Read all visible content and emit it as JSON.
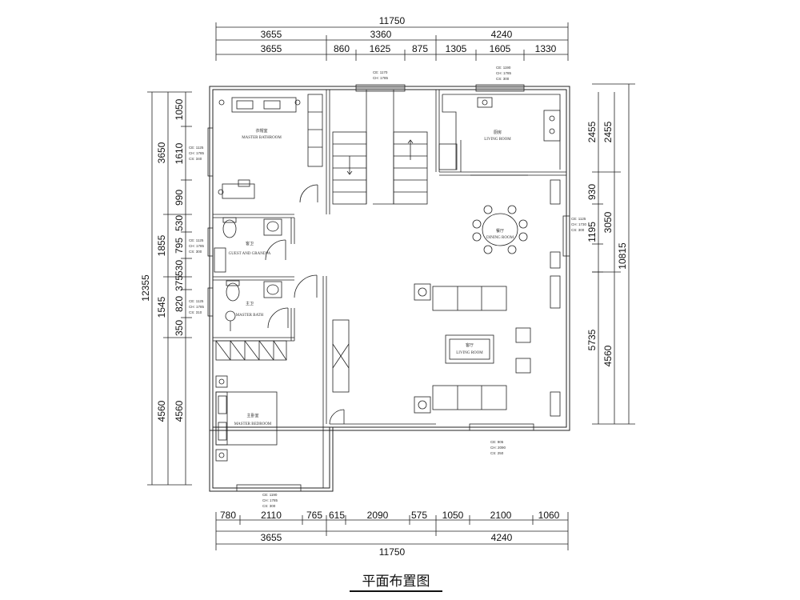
{
  "title": "平面布置图",
  "dimensions": {
    "top_total": "11750",
    "top_row1": [
      "3655",
      "3360",
      "4240"
    ],
    "top_row2": [
      "3655",
      "860",
      "1625",
      "875",
      "1305",
      "1605",
      "1330"
    ],
    "bottom_row1": [
      "780",
      "2110",
      "765",
      "615",
      "2090",
      "575",
      "1050",
      "2100",
      "1060"
    ],
    "bottom_row2": [
      "3655",
      "4240"
    ],
    "bottom_total": "11750",
    "left_total": "12355",
    "left_row1": [
      "3650",
      "1855",
      "1545",
      "4560"
    ],
    "left_row2": [
      "1050",
      "1610",
      "990",
      "530",
      "795",
      "530",
      "375",
      "820",
      "350",
      "4560"
    ],
    "right_total": "10815",
    "right_row1": [
      "2455",
      "3050",
      "5735"
    ],
    "right_row2": [
      "2455",
      "930",
      "1195",
      "4560"
    ]
  },
  "rooms": {
    "master_bathroom": {
      "cn": "衣帽室",
      "en": "MASTER BATHROOM"
    },
    "kitchen": {
      "cn": "厨房",
      "en": "LIVING ROOM"
    },
    "dining": {
      "cn": "餐厅",
      "en": "DINING ROOM"
    },
    "guest_bath": {
      "cn": "客卫",
      "en": "GUEST AND GRANDPA"
    },
    "master_bath": {
      "cn": "主卫",
      "en": "MASTER BATH"
    },
    "living": {
      "cn": "客厅",
      "en": "LIVING ROOM"
    },
    "master_bedroom": {
      "cn": "主卧室",
      "en": "MASTER BEDROOM"
    }
  },
  "notes": {
    "top_window": [
      "CE: 1170",
      "CH: 1785"
    ],
    "kitchen_window": [
      "CE: 1190",
      "CH: 1785",
      "CS: 300"
    ],
    "left_upper": [
      "CE: 1125",
      "CH: 1785",
      "CS: 340"
    ],
    "left_middle": [
      "CE: 1125",
      "CH: 1785",
      "CS: 300"
    ],
    "left_lower": [
      "CE: 1125",
      "CH: 1785",
      "CS: 310"
    ],
    "right_dining": [
      "CE: 1125",
      "CH: 1730",
      "CS: 300"
    ],
    "bottom_living": [
      "CE: 905",
      "CH: 2090",
      "CS: 250"
    ],
    "bottom_bedroom": [
      "CE: 1190",
      "CH: 1785",
      "CS: 300"
    ]
  }
}
